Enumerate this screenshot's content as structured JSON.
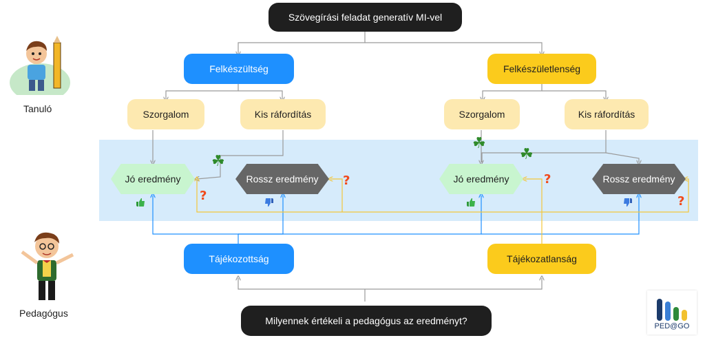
{
  "title": "Szövegírási feladat generatív MI-vel",
  "question": "Milyennek értékeli a pedagógus az eredményt?",
  "left": {
    "prep": "Felkészültség",
    "diligence": "Szorgalom",
    "low_effort": "Kis ráfordítás",
    "good": "Jó eredmény",
    "bad": "Rossz eredmény",
    "informed": "Tájékozottság"
  },
  "right": {
    "prep": "Felkészületlenség",
    "diligence": "Szorgalom",
    "low_effort": "Kis ráfordítás",
    "good": "Jó eredmény",
    "bad": "Rossz eredmény",
    "informed": "Tájékozatlanság"
  },
  "actors": {
    "student": "Tanuló",
    "teacher": "Pedagógus"
  },
  "logo": {
    "text": "PED@GO"
  },
  "symbols": {
    "question_mark": "?",
    "clover": "☘"
  },
  "colors": {
    "dark": "#1f1f1f",
    "blue": "#1e90ff",
    "gold": "#fbcb1c",
    "cream": "#fde9b0",
    "green_hex": "#c8f5cf",
    "grey_hex": "#666666",
    "band": "#d6ebfb",
    "line_grey": "#9a9a9a",
    "line_blue": "#1e90ff",
    "line_gold": "#f4c63a"
  },
  "icons": [
    "clover-icon",
    "thumbs-up-icon",
    "thumbs-down-icon",
    "question-icon",
    "student-character",
    "teacher-character",
    "pedago-logo"
  ]
}
